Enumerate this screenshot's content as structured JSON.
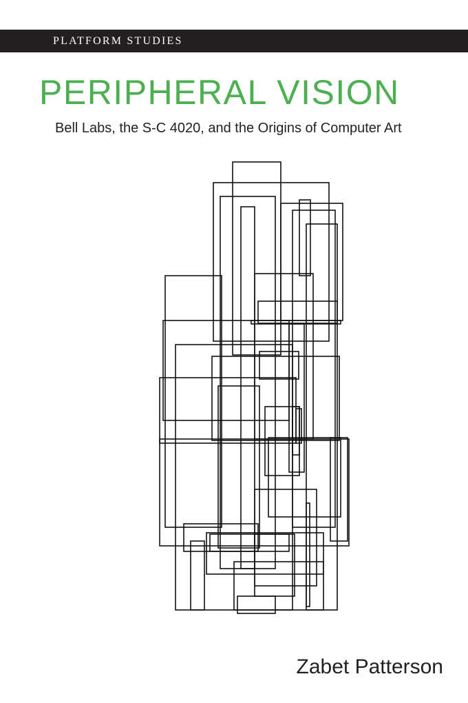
{
  "cover": {
    "series": "PLATFORM STUDIES",
    "title": "PERIPHERAL VISION",
    "subtitle": "Bell Labs, the S-C 4020, and the Origins of Computer Art",
    "author": "Zabet Patterson",
    "colors": {
      "title": "#4caf50",
      "series_bar": "#231f20",
      "artwork_stroke": "#111111"
    }
  }
}
